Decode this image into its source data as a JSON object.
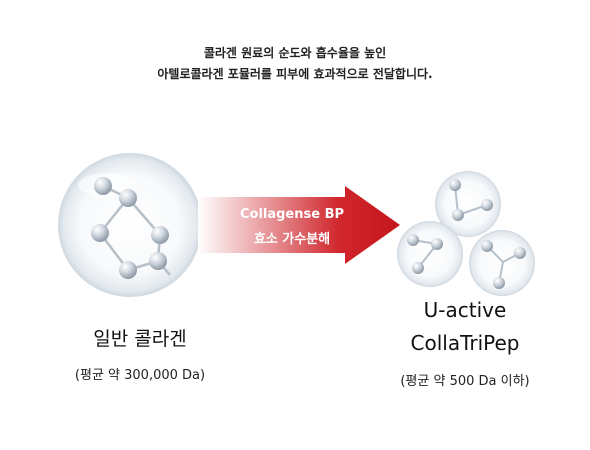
{
  "intro": {
    "line1": "콜라겐 원료의 순도와 흡수율을 높인",
    "line2": "아텔로콜라겐 포뮬러를 피부에 효과적으로 전달합니다."
  },
  "arrow": {
    "line1": "Collagense BP",
    "line2": "효소 가수분해"
  },
  "left": {
    "title": "일반 콜라겐",
    "subtitle": "(평균 약 300,000 Da)"
  },
  "right": {
    "title_line1": "U-active",
    "title_line2": "CollaTriPep",
    "subtitle": "(평균 약 500 Da 이하)"
  },
  "colors": {
    "arrow_dark": "#c4161c",
    "arrow_light": "#f3c6c8",
    "bubble_edge": "#c9d3dc",
    "molecule_node": "#a9b4bf",
    "molecule_link": "#b6c0c9"
  }
}
